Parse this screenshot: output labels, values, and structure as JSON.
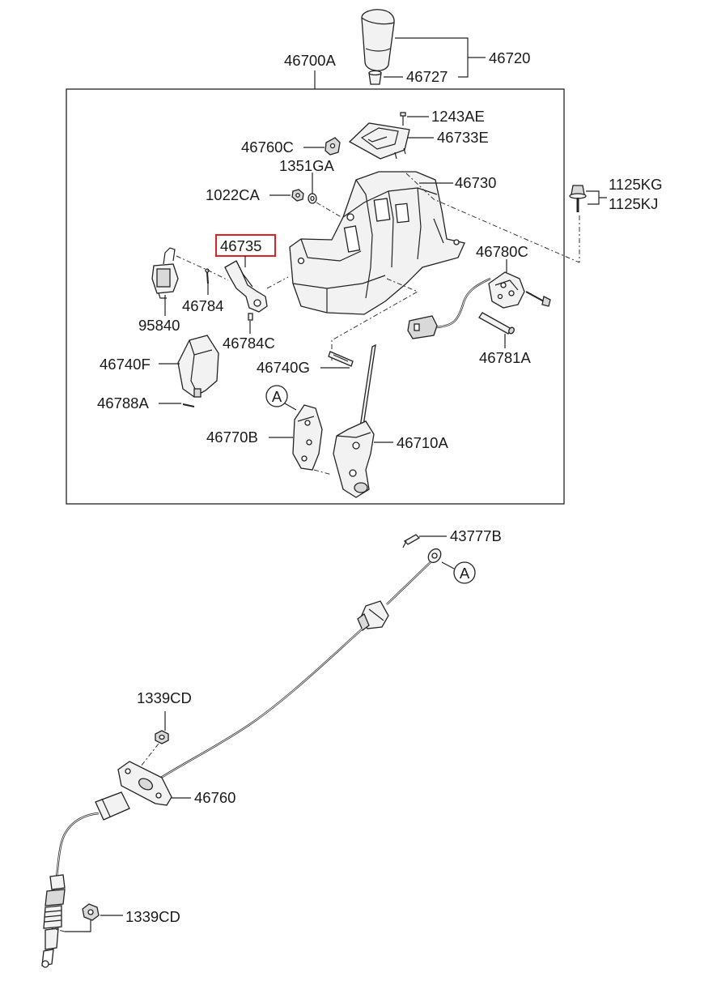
{
  "diagram": {
    "assembly_label": "46700A",
    "highlighted_label": "46735",
    "callout_marker": "A",
    "labels": {
      "knob": "46720",
      "knob_insert": "46727",
      "bolt_upper": "1243AE",
      "indicator_plate": "46733E",
      "clip_upper": "46760C",
      "washer_upper": "1351GA",
      "nut_upper": "1022CA",
      "bracket_main": "46730",
      "bolt_kg": "1125KG",
      "bolt_kj": "1125KJ",
      "lever_lock": "46735",
      "pin_small": "46784",
      "solenoid": "95840",
      "pin_small_c": "46784C",
      "sensor_switch": "46780C",
      "cover_side": "46740F",
      "spring_pin": "46740G",
      "shaft_long": "46781A",
      "clip_bottom": "46788A",
      "detent_plate": "46770B",
      "lever_assy": "46710A",
      "cable_clip": "43777B",
      "nut_mid": "1339CD",
      "cable_assy": "46760",
      "nut_lower": "1339CD"
    }
  }
}
